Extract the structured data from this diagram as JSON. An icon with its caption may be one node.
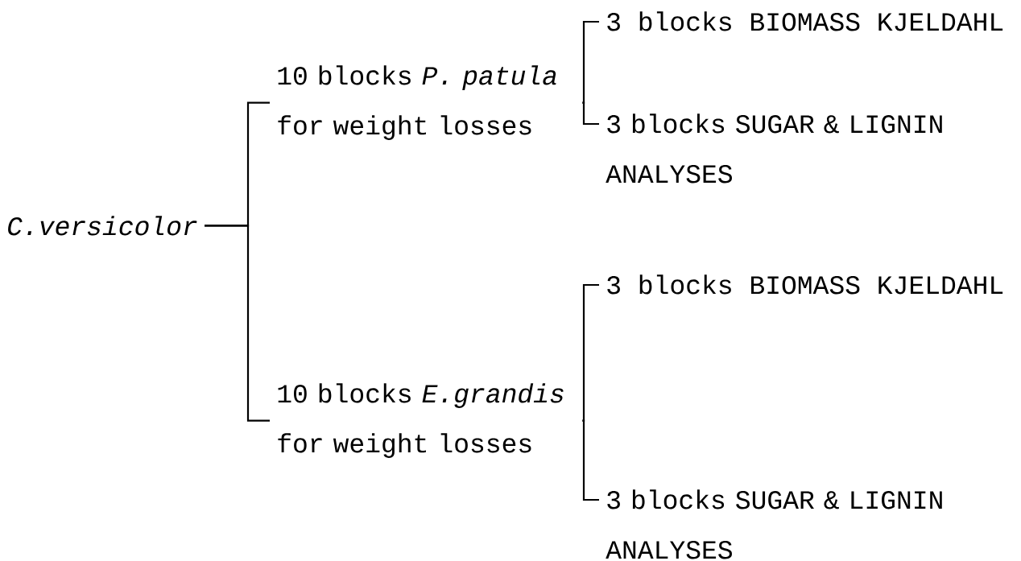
{
  "diagram": {
    "nodes": [
      {
        "text": [
          "C.versicolor"
        ]
      },
      {
        "text": [
          "10 blocks *P. patula* for weight losses"
        ]
      },
      {
        "text": [
          "3 blocks BIOMASS KJELDAHL"
        ]
      },
      {
        "text": [
          "3 blocks SUGAR & LIGNIN ANALYSES"
        ]
      },
      {
        "text": [
          "10 blocks *E.grandis* for weight losses"
        ]
      },
      {
        "text": [
          "3 blocks BIOMASS KJELDAHL"
        ]
      },
      {
        "text": [
          "3 blocks SUGAR & LIGNIN ANALYSES"
        ]
      }
    ],
    "edges": [
      {
        "from": 0,
        "to": 1,
        "arrow": "none"
      },
      {
        "from": 0,
        "to": 4,
        "arrow": "none"
      },
      {
        "from": 1,
        "to": 2,
        "arrow": "none"
      },
      {
        "from": 1,
        "to": 3,
        "arrow": "none"
      },
      {
        "from": 4,
        "to": 5,
        "arrow": "none"
      },
      {
        "from": 4,
        "to": 6,
        "arrow": "none"
      }
    ]
  }
}
